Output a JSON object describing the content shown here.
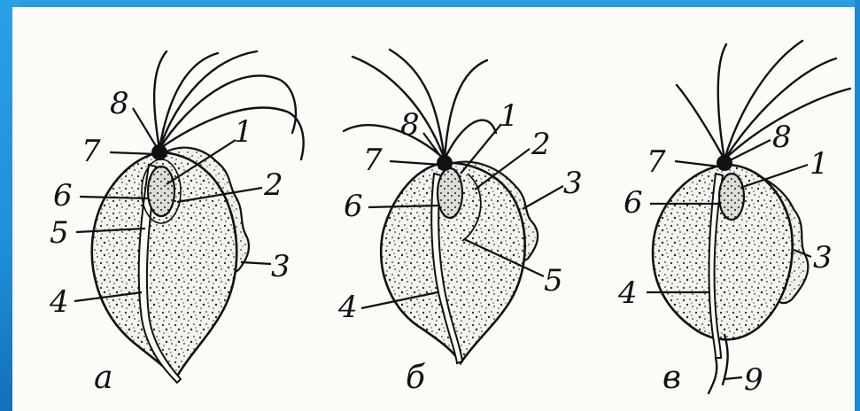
{
  "figure": {
    "panels": [
      {
        "id": "a",
        "label": "а",
        "numbers": [
          "1",
          "2",
          "3",
          "4",
          "5",
          "6",
          "7",
          "8"
        ]
      },
      {
        "id": "b",
        "label": "б",
        "numbers": [
          "1",
          "2",
          "3",
          "4",
          "5",
          "6",
          "7",
          "8"
        ]
      },
      {
        "id": "c",
        "label": "в",
        "numbers": [
          "1",
          "3",
          "4",
          "6",
          "7",
          "8",
          "9"
        ]
      }
    ]
  }
}
